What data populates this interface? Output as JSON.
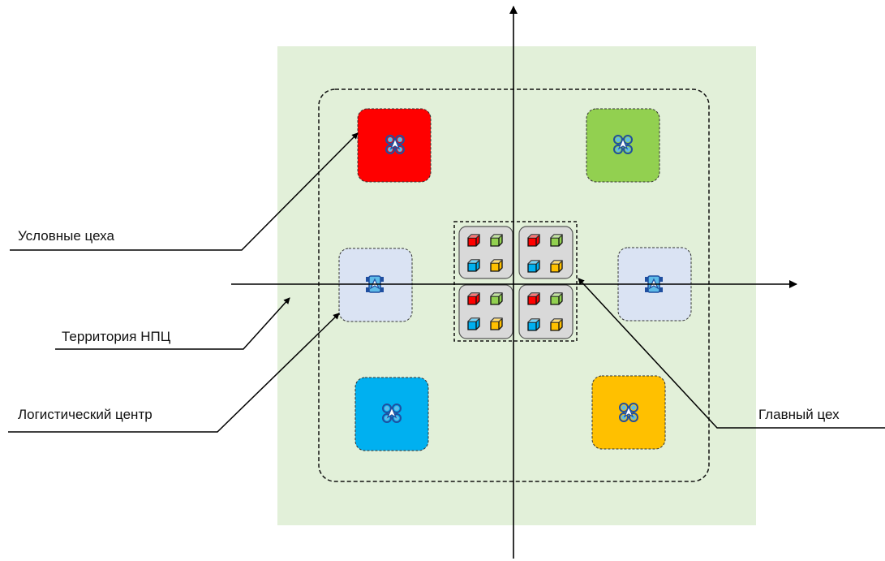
{
  "labels": {
    "workshops": "Условные цеха",
    "territory": "Территория НПЦ",
    "logistics": "Логистический центр",
    "main": "Главный цех"
  },
  "colors": {
    "territory_fill": "#e2f0d9",
    "ws_red": "#ff0000",
    "ws_green": "#92d050",
    "ws_blue": "#00b0f0",
    "ws_orange": "#ffc000",
    "logistics_fill": "#dae3f3",
    "cell_fill": "#d9d9d9",
    "drone_body": "#2f72c4"
  },
  "icons": {
    "workshop": "drone-icon",
    "logistics": "robot-vehicle-icon",
    "module": "cube-icon"
  }
}
